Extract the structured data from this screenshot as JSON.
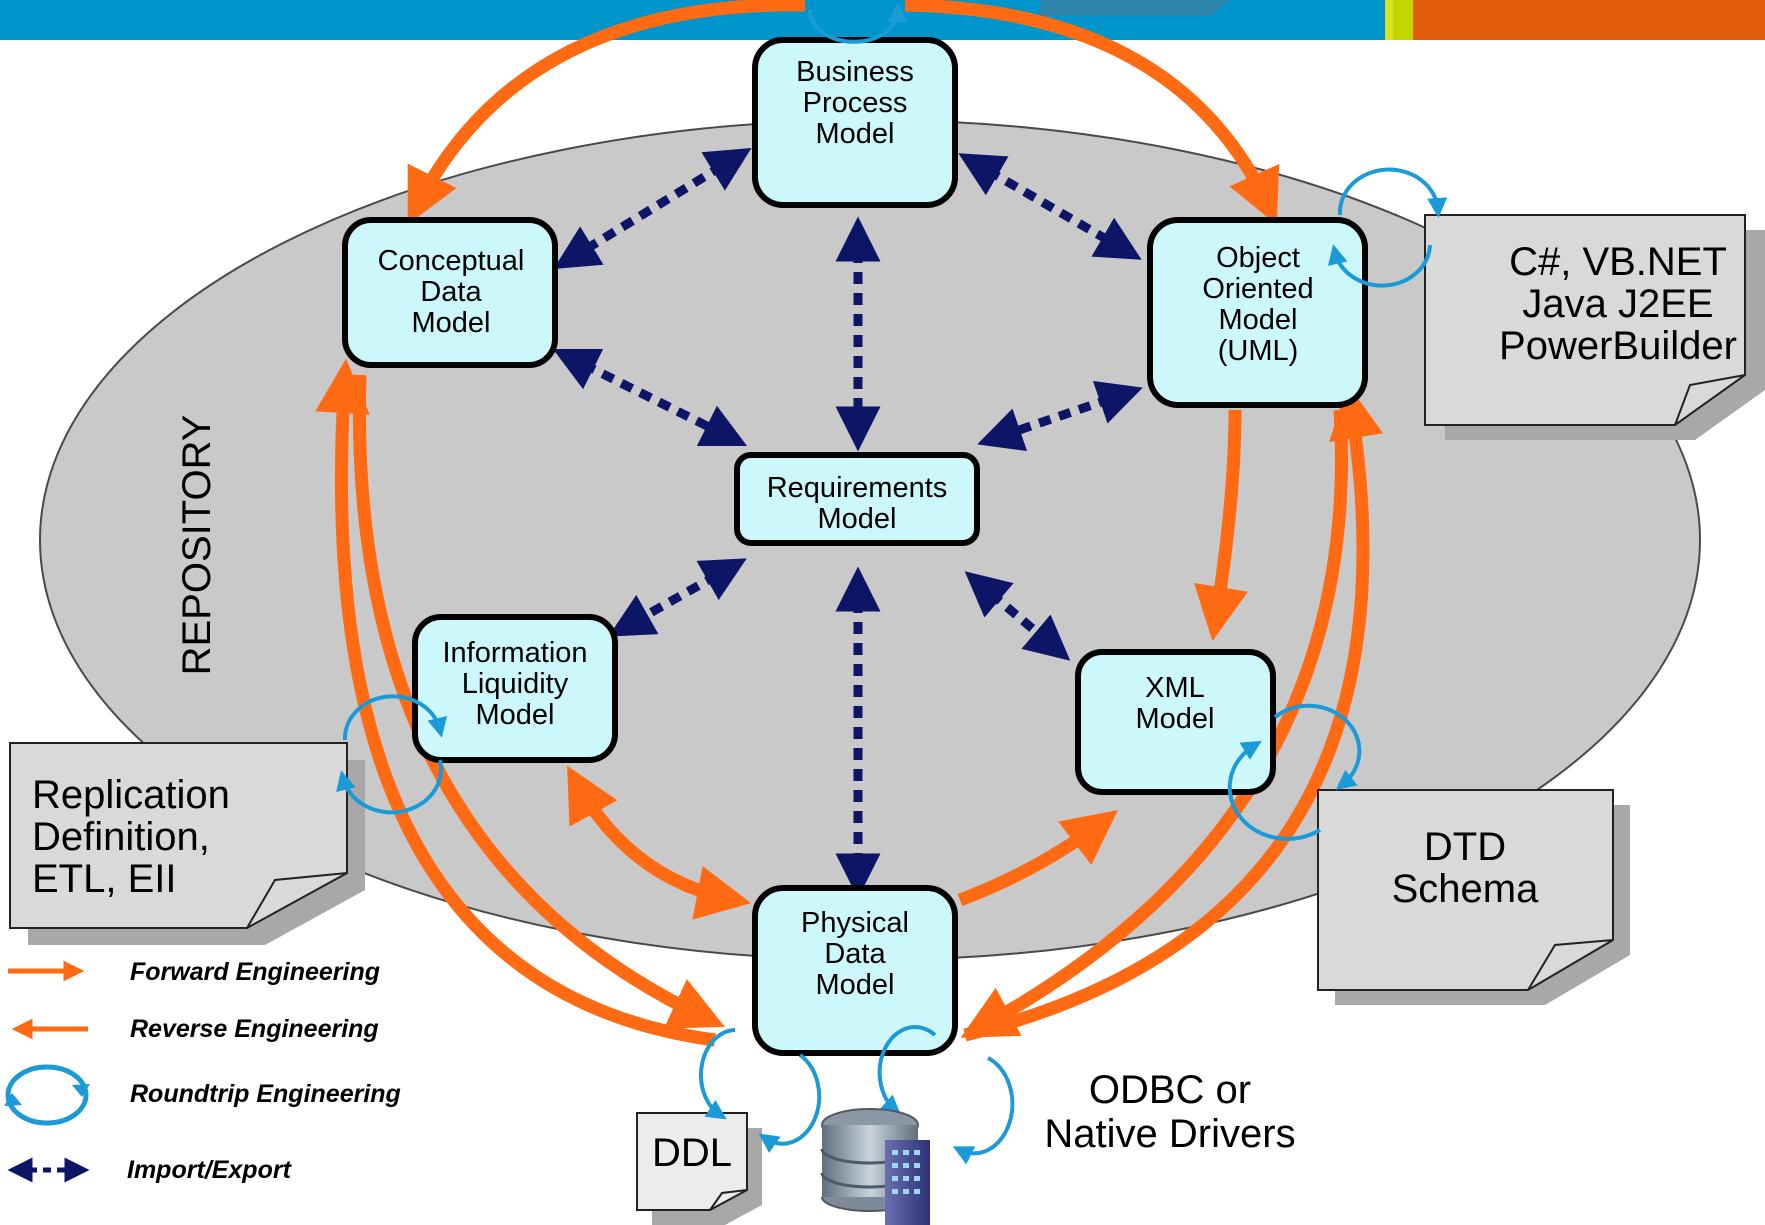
{
  "repository_label": "REPOSITORY",
  "nodes": {
    "business_process": [
      "Business",
      "Process",
      "Model"
    ],
    "conceptual_data": [
      "Conceptual",
      "Data",
      "Model"
    ],
    "object_oriented": [
      "Object",
      "Oriented",
      "Model",
      "(UML)"
    ],
    "requirements": [
      "Requirements",
      "Model"
    ],
    "information_liquidity": [
      "Information",
      "Liquidity",
      "Model"
    ],
    "xml": [
      "XML",
      "Model"
    ],
    "physical_data": [
      "Physical",
      "Data",
      "Model"
    ]
  },
  "documents": {
    "languages": [
      "C#, VB.NET",
      "Java J2EE",
      "PowerBuilder"
    ],
    "replication": [
      "Replication",
      "Definition,",
      "ETL, EII"
    ],
    "dtd": [
      "DTD",
      "Schema"
    ],
    "ddl": [
      "DDL"
    ]
  },
  "drivers": [
    "ODBC or",
    "Native Drivers"
  ],
  "legend": {
    "forward": "Forward Engineering",
    "reverse": "Reverse Engineering",
    "roundtrip": "Roundtrip Engineering",
    "import_export": "Import/Export"
  },
  "colors": {
    "header_blue": "#0096cc",
    "header_green": "#c4d600",
    "header_orange": "#e35d0e",
    "repository_gray": "#c9c9c9",
    "node_fill": "#ccf7fb",
    "forward_orange": "#ff6a13",
    "import_navy": "#0d1566",
    "roundtrip_blue": "#1a9ad6"
  },
  "icons": [
    "database-server-icon",
    "roundtrip-icon",
    "document-icon"
  ]
}
